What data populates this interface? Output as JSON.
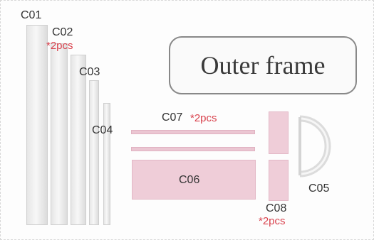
{
  "title": "Outer frame",
  "accent_color": "#d9434e",
  "parts": {
    "c01": {
      "label": "C01"
    },
    "c02": {
      "label": "C02",
      "qty": "*2pcs"
    },
    "c03": {
      "label": "C03"
    },
    "c04": {
      "label": "C04"
    },
    "c05": {
      "label": "C05"
    },
    "c06": {
      "label": "C06"
    },
    "c07": {
      "label": "C07",
      "qty": "*2pcs"
    },
    "c08": {
      "label": "C08",
      "qty": "*2pcs"
    }
  }
}
